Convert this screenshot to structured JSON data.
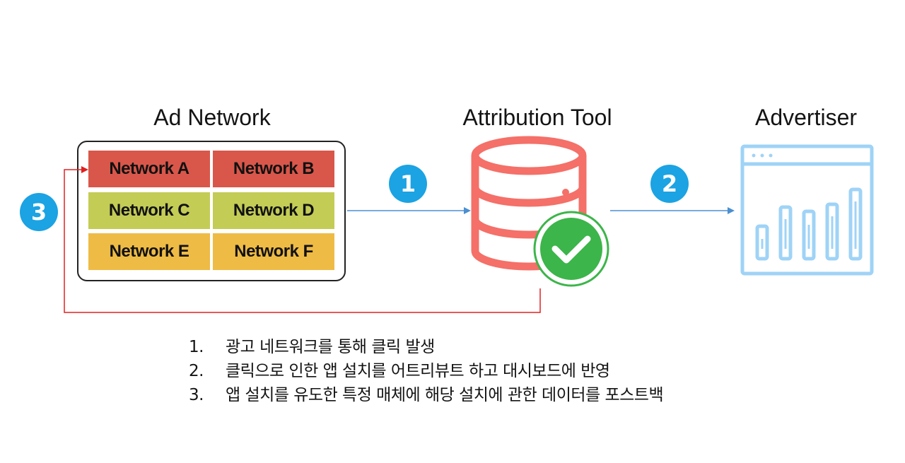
{
  "titles": {
    "ad_network": "Ad Network",
    "attribution_tool": "Attribution Tool",
    "advertiser": "Advertiser"
  },
  "networks": [
    {
      "label": "Network A",
      "color": "#d9574a"
    },
    {
      "label": "Network B",
      "color": "#d9574a"
    },
    {
      "label": "Network C",
      "color": "#c3cc55"
    },
    {
      "label": "Network D",
      "color": "#c3cc55"
    },
    {
      "label": "Network E",
      "color": "#eebb45"
    },
    {
      "label": "Network F",
      "color": "#eebb45"
    }
  ],
  "steps": [
    "1",
    "2",
    "3"
  ],
  "notes": [
    {
      "num": "1.",
      "text": "광고 네트워크를 통해 클릭 발생"
    },
    {
      "num": "2.",
      "text": "클릭으로 인한 앱 설치를 어트리뷰트 하고 대시보드에 반영"
    },
    {
      "num": "3.",
      "text": "앱 설치를 유도한 특정 매체에 해당 설치에 관한 데이터를 포스트백"
    }
  ],
  "icons": {
    "database": "database-icon",
    "check": "check-badge-icon",
    "dashboard": "dashboard-chart-icon"
  },
  "colors": {
    "step_blue": "#1ba3e3",
    "arrow_blue": "#4a8fd1",
    "feedback_red": "#e02020",
    "database_red": "#f47068",
    "check_green": "#3cb54a",
    "dashboard_blue": "#9fd3f7"
  }
}
